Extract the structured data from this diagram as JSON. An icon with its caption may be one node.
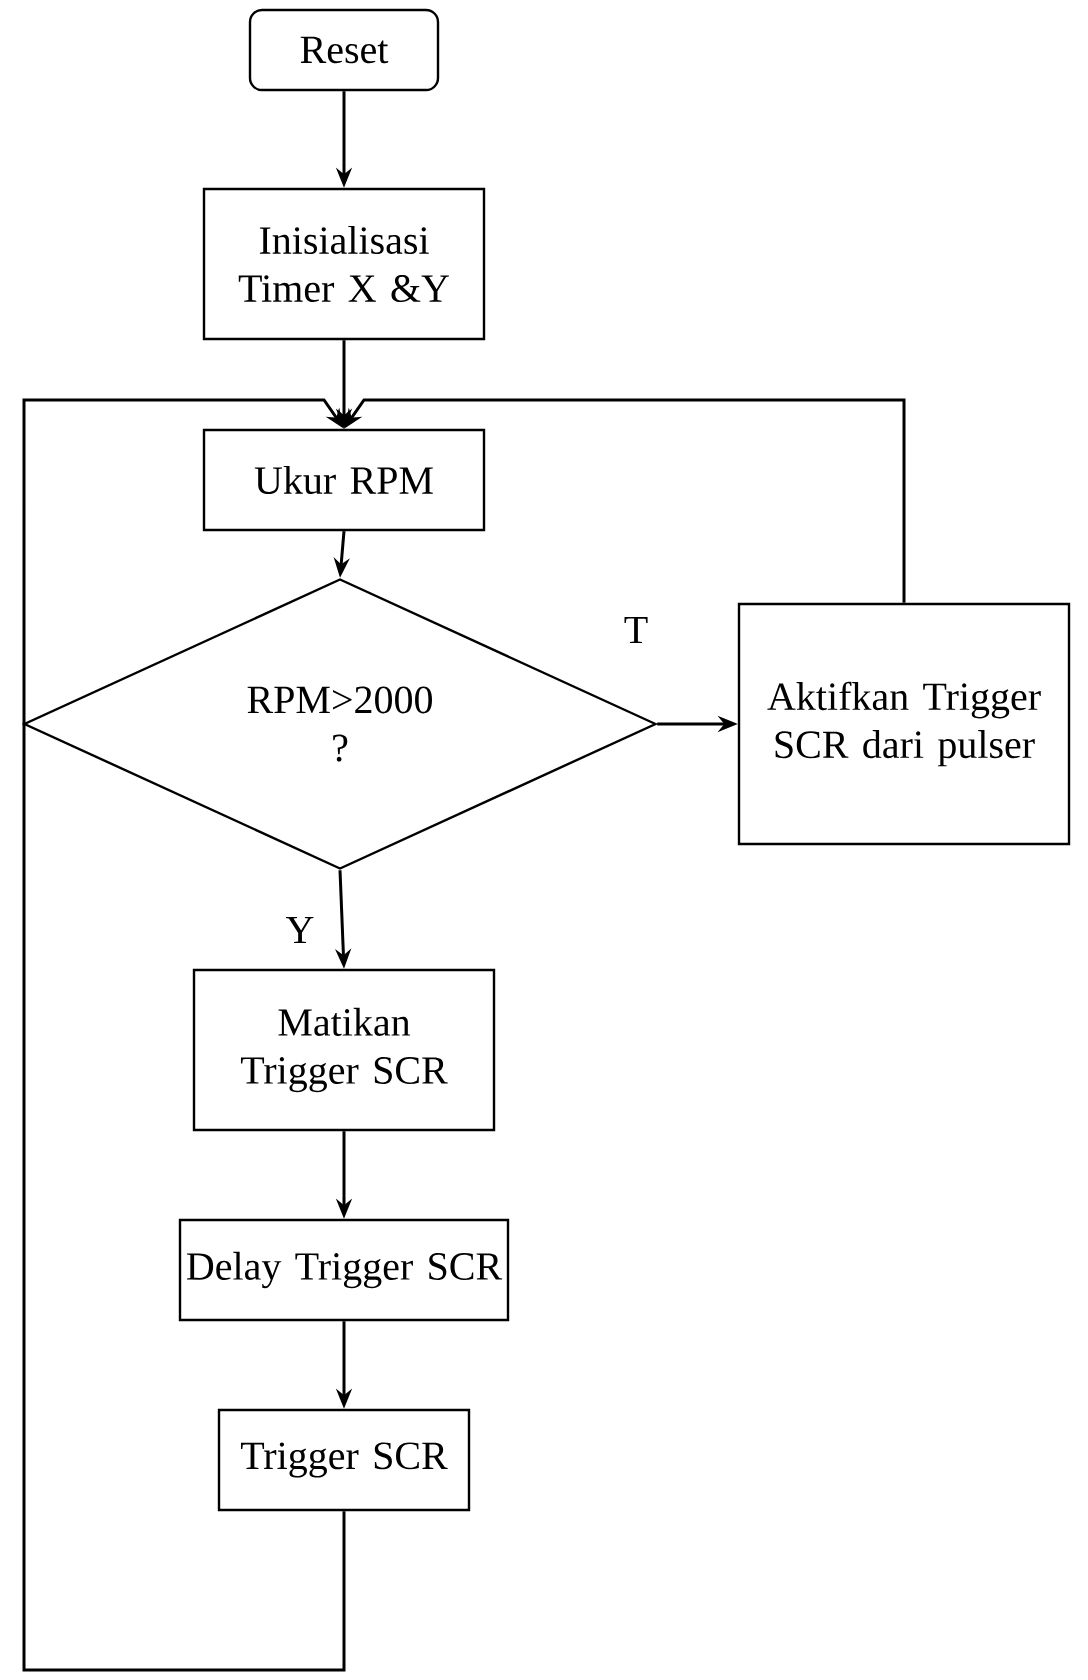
{
  "diagram": {
    "nodes": [
      {
        "text": [
          "Reset"
        ]
      },
      {
        "text": [
          "Inisialisasi Timer X &Y"
        ]
      },
      {
        "text": [
          "Ukur RPM"
        ]
      },
      {
        "text": [
          "RPM>2000 ?"
        ]
      },
      {
        "text": [
          "Aktifkan Trigger SCR dari pulser"
        ]
      },
      {
        "text": [
          "Matikan Trigger SCR"
        ]
      },
      {
        "text": [
          "Delay Trigger SCR"
        ]
      },
      {
        "text": [
          "Trigger SCR"
        ]
      }
    ],
    "edges": [
      {
        "from": 0,
        "to": 1,
        "arrow": "to"
      },
      {
        "from": 1,
        "to": 2,
        "arrow": "to"
      },
      {
        "from": 2,
        "to": 3,
        "arrow": "to"
      },
      {
        "from": 3,
        "to": 4,
        "arrow": "to",
        "label": "T"
      },
      {
        "from": 3,
        "to": 5,
        "arrow": "to",
        "label": "Y"
      },
      {
        "from": 5,
        "to": 6,
        "arrow": "to"
      },
      {
        "from": 6,
        "to": 7,
        "arrow": "to"
      },
      {
        "from": 7,
        "to": 2,
        "arrow": "to"
      },
      {
        "from": 4,
        "to": 2,
        "arrow": "to"
      }
    ]
  }
}
